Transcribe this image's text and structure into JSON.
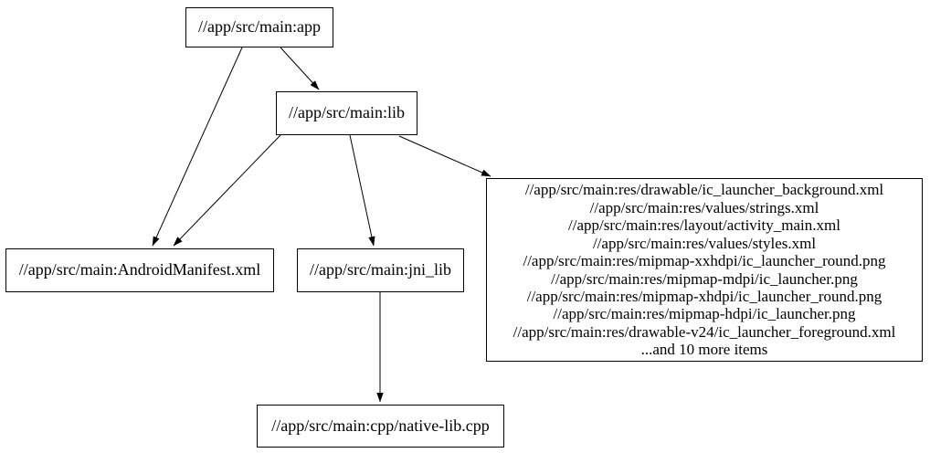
{
  "diagram": {
    "type": "dependency-graph",
    "background_color": "#ffffff",
    "node_border_color": "#000000",
    "edge_color": "#000000",
    "text_color": "#000000",
    "nodes": {
      "app": {
        "label": "//app/src/main:app"
      },
      "lib": {
        "label": "//app/src/main:lib"
      },
      "android_manifest": {
        "label": "//app/src/main:AndroidManifest.xml"
      },
      "jni_lib": {
        "label": "//app/src/main:jni_lib"
      },
      "native_lib": {
        "label": "//app/src/main:cpp/native-lib.cpp"
      },
      "res_group": {
        "lines": [
          "//app/src/main:res/drawable/ic_launcher_background.xml",
          "//app/src/main:res/values/strings.xml",
          "//app/src/main:res/layout/activity_main.xml",
          "//app/src/main:res/values/styles.xml",
          "//app/src/main:res/mipmap-xxhdpi/ic_launcher_round.png",
          "//app/src/main:res/mipmap-mdpi/ic_launcher.png",
          "//app/src/main:res/mipmap-xhdpi/ic_launcher_round.png",
          "//app/src/main:res/mipmap-hdpi/ic_launcher.png",
          "//app/src/main:res/drawable-v24/ic_launcher_foreground.xml",
          "...and 10 more items"
        ]
      }
    },
    "edges": [
      {
        "from": "app",
        "to": "android_manifest"
      },
      {
        "from": "app",
        "to": "lib"
      },
      {
        "from": "lib",
        "to": "android_manifest"
      },
      {
        "from": "lib",
        "to": "jni_lib"
      },
      {
        "from": "lib",
        "to": "res_group"
      },
      {
        "from": "jni_lib",
        "to": "native_lib"
      }
    ]
  }
}
